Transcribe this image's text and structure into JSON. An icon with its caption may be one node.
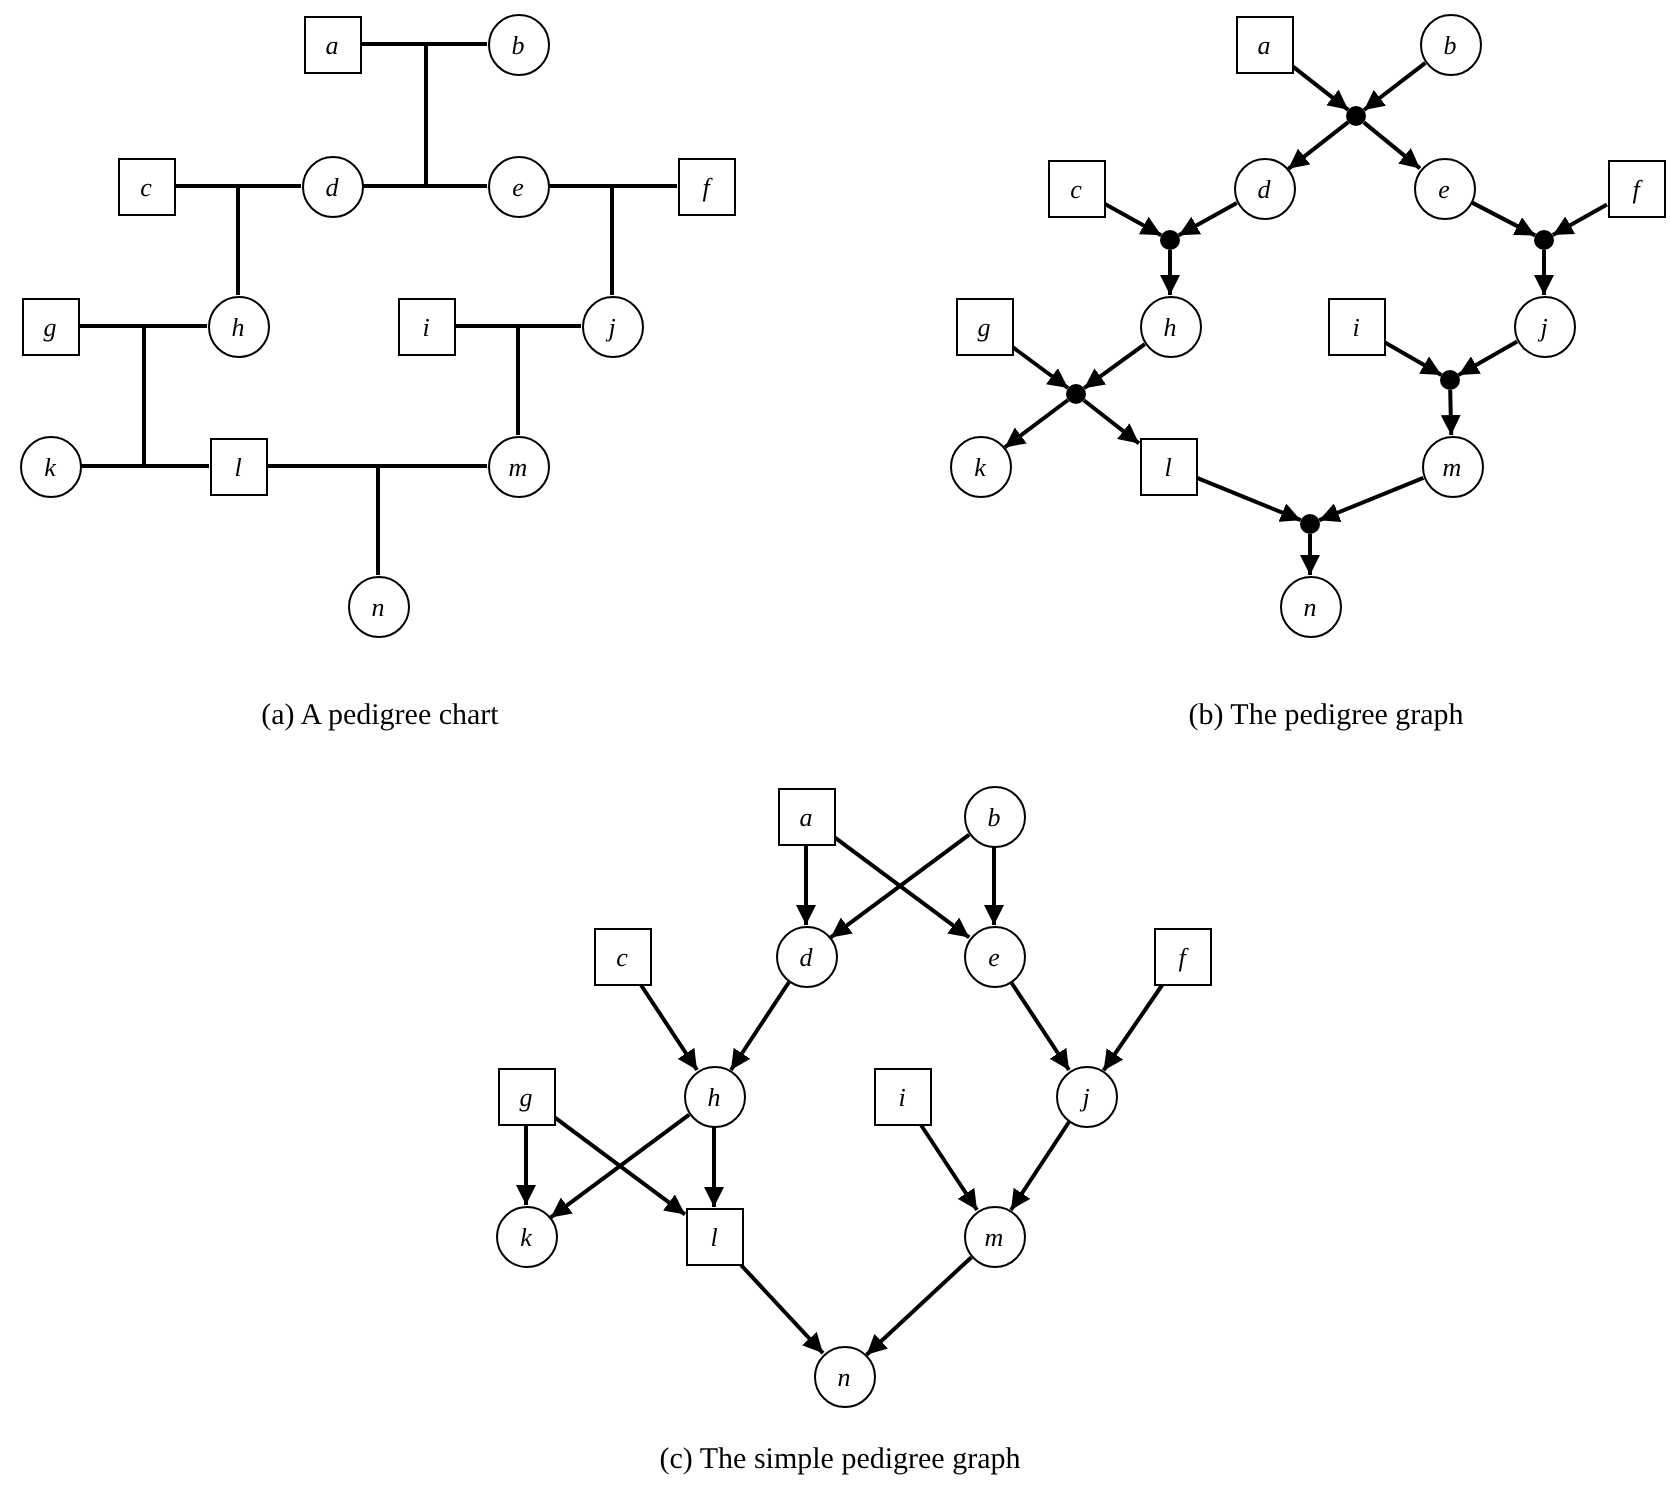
{
  "diagram": {
    "nodes": [
      {
        "text": [
          "a"
        ]
      },
      {
        "text": [
          "b"
        ]
      },
      {
        "text": [
          "c"
        ]
      },
      {
        "text": [
          "d"
        ]
      },
      {
        "text": [
          "e"
        ]
      },
      {
        "text": [
          "f"
        ]
      },
      {
        "text": [
          "g"
        ]
      },
      {
        "text": [
          "h"
        ]
      },
      {
        "text": [
          "i"
        ]
      },
      {
        "text": [
          "j"
        ]
      },
      {
        "text": [
          "k"
        ]
      },
      {
        "text": [
          "l"
        ]
      },
      {
        "text": [
          "m"
        ]
      },
      {
        "text": [
          "n"
        ]
      },
      {
        "text": [
          "a"
        ]
      },
      {
        "text": [
          "b"
        ]
      },
      {
        "text": [
          "c"
        ]
      },
      {
        "text": [
          "d"
        ]
      },
      {
        "text": [
          "e"
        ]
      },
      {
        "text": [
          "f"
        ]
      },
      {
        "text": [
          "g"
        ]
      },
      {
        "text": [
          "h"
        ]
      },
      {
        "text": [
          "i"
        ]
      },
      {
        "text": [
          "j"
        ]
      },
      {
        "text": [
          "k"
        ]
      },
      {
        "text": [
          "l"
        ]
      },
      {
        "text": [
          "m"
        ]
      },
      {
        "text": [
          "n"
        ]
      },
      {
        "text": [],
        "shape": "circle"
      },
      {
        "text": [],
        "shape": "circle"
      },
      {
        "text": [],
        "shape": "circle"
      },
      {
        "text": [],
        "shape": "circle"
      },
      {
        "text": [],
        "shape": "circle"
      },
      {
        "text": [],
        "shape": "circle"
      },
      {
        "text": [
          "a"
        ]
      },
      {
        "text": [
          "b"
        ]
      },
      {
        "text": [
          "c"
        ]
      },
      {
        "text": [
          "d"
        ]
      },
      {
        "text": [
          "e"
        ]
      },
      {
        "text": [
          "f"
        ]
      },
      {
        "text": [
          "g"
        ]
      },
      {
        "text": [
          "h"
        ]
      },
      {
        "text": [
          "i"
        ]
      },
      {
        "text": [
          "j"
        ]
      },
      {
        "text": [
          "k"
        ]
      },
      {
        "text": [
          "l"
        ]
      },
      {
        "text": [
          "m"
        ]
      },
      {
        "text": [
          "n"
        ]
      }
    ],
    "edges": [
      {
        "from": 0,
        "to": 1,
        "arrow": "none"
      },
      {
        "from": null,
        "to": 3,
        "arrow": "none"
      },
      {
        "from": null,
        "to": 4,
        "arrow": "none"
      },
      {
        "from": 2,
        "to": 3,
        "arrow": "none"
      },
      {
        "from": 4,
        "to": 5,
        "arrow": "none"
      },
      {
        "from": null,
        "to": 7,
        "arrow": "none"
      },
      {
        "from": null,
        "to": 9,
        "arrow": "none"
      },
      {
        "from": 6,
        "to": 7,
        "arrow": "none"
      },
      {
        "from": null,
        "to": 10,
        "arrow": "none"
      },
      {
        "from": null,
        "to": 11,
        "arrow": "none"
      },
      {
        "from": 8,
        "to": 9,
        "arrow": "none"
      },
      {
        "from": null,
        "to": 12,
        "arrow": "none"
      },
      {
        "from": 11,
        "to": 12,
        "arrow": "none"
      },
      {
        "from": null,
        "to": 13,
        "arrow": "none"
      },
      {
        "from": 14,
        "to": 28,
        "arrow": "to"
      },
      {
        "from": 15,
        "to": 28,
        "arrow": "to"
      },
      {
        "from": 28,
        "to": 17,
        "arrow": "to"
      },
      {
        "from": 28,
        "to": 18,
        "arrow": "to"
      },
      {
        "from": 16,
        "to": 29,
        "arrow": "to"
      },
      {
        "from": 17,
        "to": 29,
        "arrow": "to"
      },
      {
        "from": 29,
        "to": 21,
        "arrow": "to"
      },
      {
        "from": 18,
        "to": 30,
        "arrow": "to"
      },
      {
        "from": 19,
        "to": 30,
        "arrow": "to"
      },
      {
        "from": 30,
        "to": 23,
        "arrow": "to"
      },
      {
        "from": 20,
        "to": 31,
        "arrow": "to"
      },
      {
        "from": 21,
        "to": 31,
        "arrow": "to"
      },
      {
        "from": 31,
        "to": 24,
        "arrow": "to"
      },
      {
        "from": 31,
        "to": 25,
        "arrow": "to"
      },
      {
        "from": 22,
        "to": 32,
        "arrow": "to"
      },
      {
        "from": 23,
        "to": 32,
        "arrow": "to"
      },
      {
        "from": 32,
        "to": 26,
        "arrow": "to"
      },
      {
        "from": 25,
        "to": 33,
        "arrow": "to"
      },
      {
        "from": 26,
        "to": 33,
        "arrow": "to"
      },
      {
        "from": 33,
        "to": 27,
        "arrow": "to"
      },
      {
        "from": 34,
        "to": 37,
        "arrow": "to"
      },
      {
        "from": 34,
        "to": 38,
        "arrow": "to"
      },
      {
        "from": 35,
        "to": 37,
        "arrow": "to"
      },
      {
        "from": 35,
        "to": 38,
        "arrow": "to"
      },
      {
        "from": 36,
        "to": 41,
        "arrow": "to"
      },
      {
        "from": 37,
        "to": 41,
        "arrow": "to"
      },
      {
        "from": 38,
        "to": 43,
        "arrow": "to"
      },
      {
        "from": 39,
        "to": 43,
        "arrow": "to"
      },
      {
        "from": 40,
        "to": 44,
        "arrow": "to"
      },
      {
        "from": 40,
        "to": 45,
        "arrow": "to"
      },
      {
        "from": 41,
        "to": 44,
        "arrow": "to"
      },
      {
        "from": 41,
        "to": 45,
        "arrow": "to"
      },
      {
        "from": 42,
        "to": 46,
        "arrow": "to"
      },
      {
        "from": 43,
        "to": 46,
        "arrow": "to"
      },
      {
        "from": 45,
        "to": 47,
        "arrow": "to"
      },
      {
        "from": 46,
        "to": 47,
        "arrow": "to"
      }
    ],
    "labels": [
      "(a) A pedigree chart",
      "(b) The pedigree graph",
      "(c) The simple pedigree graph"
    ]
  }
}
